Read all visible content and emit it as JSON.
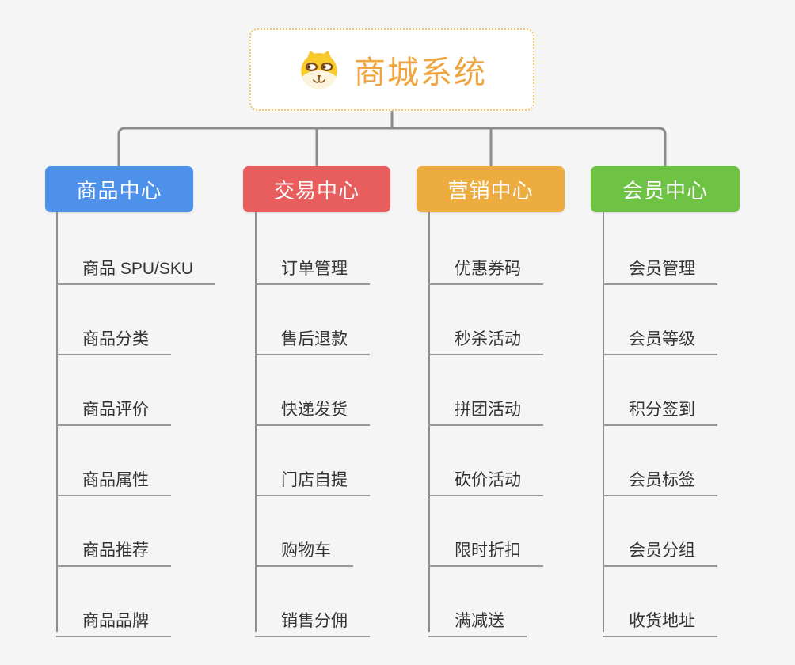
{
  "root": {
    "title": "商城系统",
    "title_color": "#f0a43e",
    "border_color": "#f6c36e",
    "icon": "shiba-dog-icon"
  },
  "colors": {
    "connector": "#8c8c8c",
    "column_line": "#8e8e8e",
    "child_underline": "#999999",
    "child_text": "#333333",
    "canvas_background": "#f5f5f5"
  },
  "branches": [
    {
      "label": "商品中心",
      "color": "#4e91ea",
      "children": [
        "商品 SPU/SKU",
        "商品分类",
        "商品评价",
        "商品属性",
        "商品推荐",
        "商品品牌"
      ]
    },
    {
      "label": "交易中心",
      "color": "#e85d5d",
      "children": [
        "订单管理",
        "售后退款",
        "快递发货",
        "门店自提",
        "购物车",
        "销售分佣"
      ]
    },
    {
      "label": "营销中心",
      "color": "#edac40",
      "children": [
        "优惠券码",
        "秒杀活动",
        "拼团活动",
        "砍价活动",
        "限时折扣",
        "满减送"
      ]
    },
    {
      "label": "会员中心",
      "color": "#6ec344",
      "children": [
        "会员管理",
        "会员等级",
        "积分签到",
        "会员标签",
        "会员分组",
        "收货地址"
      ]
    }
  ]
}
